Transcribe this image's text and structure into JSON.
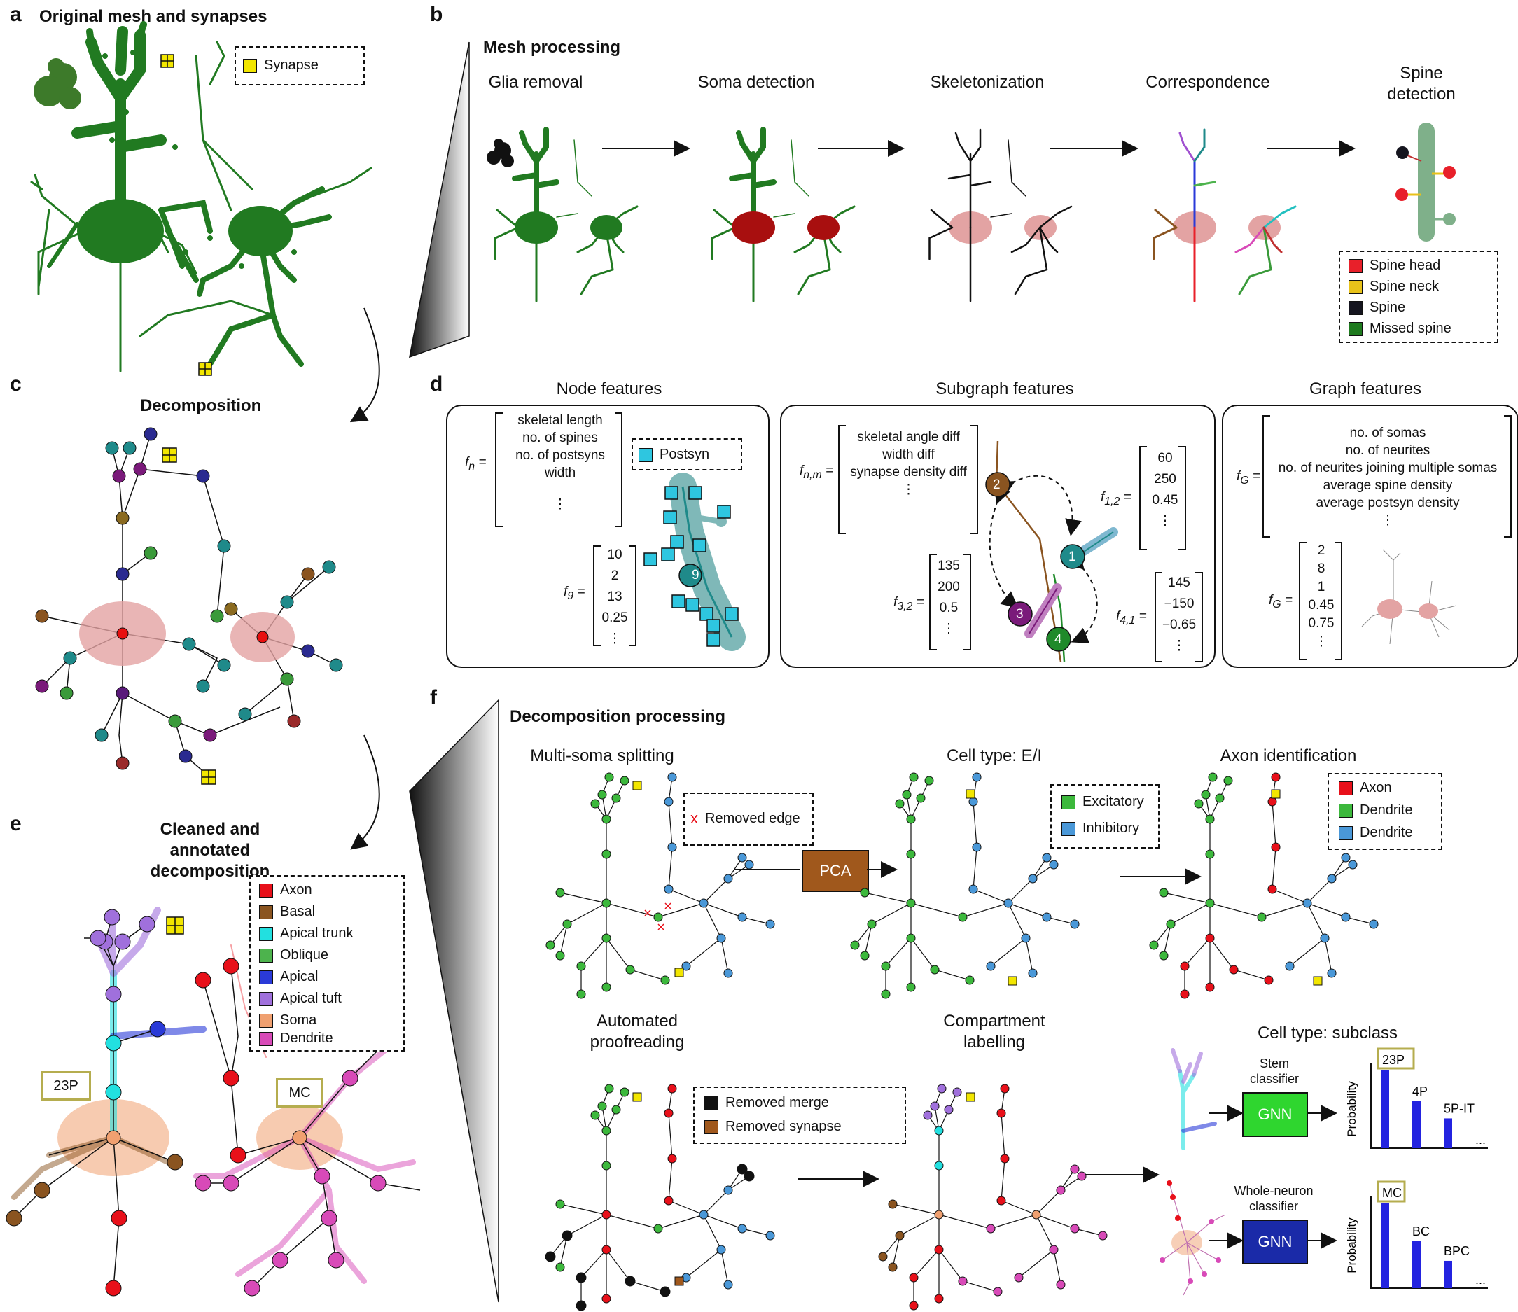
{
  "panels": {
    "a": "a",
    "b": "b",
    "c": "c",
    "d": "d",
    "e": "e",
    "f": "f"
  },
  "titles": {
    "a": "Original mesh and synapses",
    "b": "Mesh processing",
    "c": "Decomposition",
    "e_line1": "Cleaned and annotated",
    "e_line2": "decomposition",
    "f": "Decomposition processing"
  },
  "legend_a": {
    "synapse": "Synapse"
  },
  "mesh_stages": {
    "glia": "Glia removal",
    "soma": "Soma detection",
    "skel": "Skeletonization",
    "corr": "Correspondence",
    "spine_l1": "Spine",
    "spine_l2": "detection"
  },
  "legend_b": [
    {
      "label": "Spine head",
      "color": "#e8202a"
    },
    {
      "label": "Spine neck",
      "color": "#e8c21a"
    },
    {
      "label": "Spine",
      "color": "#15151f"
    },
    {
      "label": "Missed spine",
      "color": "#1e7a1e"
    }
  ],
  "features": {
    "node_title": "Node features",
    "subgraph_title": "Subgraph features",
    "graph_title": "Graph features",
    "fn": "f",
    "fn_sub": "n",
    "node_list": [
      "skeletal length",
      "no. of spines",
      "no. of postsyns",
      "width",
      "⋮"
    ],
    "postsyn": "Postsyn",
    "f9_label": "f",
    "f9_sub": "9",
    "f9_values": [
      "10",
      "2",
      "13",
      "0.25",
      "⋮"
    ],
    "node_id": "9",
    "fnm_sub": "n,m",
    "sub_list": [
      "skeletal angle diff",
      "width diff",
      "synapse density diff",
      "⋮"
    ],
    "f12_sub": "1,2",
    "f12_values": [
      "60",
      "250",
      "0.45",
      "⋮"
    ],
    "f32_sub": "3,2",
    "f32_values": [
      "135",
      "200",
      "0.5",
      "⋮"
    ],
    "f41_sub": "4,1",
    "f41_values": [
      "145",
      "−150",
      "−0.65",
      "⋮"
    ],
    "node_labels": [
      "1",
      "2",
      "3",
      "4"
    ],
    "fG_sub": "G",
    "graph_list": [
      "no. of somas",
      "no. of neurites",
      "no. of neurites joining multiple somas",
      "average spine density",
      "average postsyn density",
      "⋮"
    ],
    "fG_values": [
      "2",
      "8",
      "1",
      "0.45",
      "0.75",
      "⋮"
    ]
  },
  "legend_e": [
    {
      "label": "Axon",
      "color": "#e8101a"
    },
    {
      "label": "Basal",
      "color": "#8a5420"
    },
    {
      "label": "Apical trunk",
      "color": "#22e0e0"
    },
    {
      "label": "Oblique",
      "color": "#4db34d"
    },
    {
      "label": "Apical",
      "color": "#2a3ad8"
    },
    {
      "label": "Apical tuft",
      "color": "#a070dc"
    },
    {
      "label": "Soma",
      "color": "#f0a070"
    },
    {
      "label": "Dendrite",
      "color": "#d84ab8"
    }
  ],
  "cell_tags": {
    "left": "23P",
    "right": "MC"
  },
  "processing": {
    "ms": "Multi-soma splitting",
    "removed_edge": "Removed edge",
    "x_mark": "x",
    "pca": "PCA",
    "ei": "Cell type: E/I",
    "excitatory": "Excitatory",
    "inhibitory": "Inhibitory",
    "axon_id": "Axon identification",
    "axon": "Axon",
    "dendrite_g": "Dendrite",
    "dendrite_b": "Dendrite",
    "ap_l1": "Automated",
    "ap_l2": "proofreading",
    "removed_merge": "Removed merge",
    "removed_synapse": "Removed synapse",
    "cl_l1": "Compartment",
    "cl_l2": "labelling",
    "subclass": "Cell type: subclass",
    "stem_l1": "Stem",
    "stem_l2": "classifier",
    "gnn1": "GNN",
    "whole_l1": "Whole-neuron",
    "whole_l2": "classifier",
    "gnn2": "GNN",
    "probability": "Probability"
  },
  "colors": {
    "neuron_green": "#217a21",
    "soma_red": "#a80f0f",
    "pink": "#e3a3a3",
    "teal": "#1f8a8a",
    "exc": "#3cb83c",
    "inh": "#4a98d8",
    "pca": "#a0581c",
    "gnn1": "#2fd62f",
    "gnn2": "#1a2aa8",
    "bar": "#2323e0"
  },
  "chart_data": [
    {
      "type": "bar",
      "categories": [
        "23P",
        "4P",
        "5P-IT",
        "..."
      ],
      "values": [
        1.0,
        0.6,
        0.38,
        0.02
      ],
      "ylabel": "Probability",
      "highlight": "23P"
    },
    {
      "type": "bar",
      "categories": [
        "MC",
        "BC",
        "BPC",
        "..."
      ],
      "values": [
        1.0,
        0.55,
        0.32,
        0.02
      ],
      "ylabel": "Probability",
      "highlight": "MC"
    }
  ]
}
